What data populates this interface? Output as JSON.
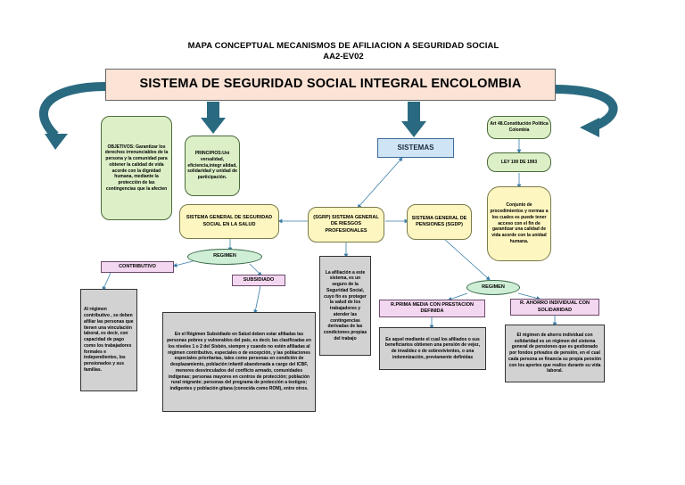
{
  "header": {
    "title_line1": "MAPA CONCEPTUAL MECANISMOS DE AFILIACION A SEGURIDAD SOCIAL",
    "title_line2": "AA2-EV02"
  },
  "main_title": "SISTEMA DE SEGURIDAD SOCIAL INTEGRAL ENCOLOMBIA",
  "colors": {
    "banner": "#fbe3d6",
    "green": "#dcefc6",
    "yellow": "#fdf6c0",
    "pink": "#f3d6ef",
    "gray": "#d2d2d2",
    "blue": "#cfe4f4",
    "arrow": "#2a6a80",
    "connector": "#3a7ea8"
  },
  "objetivos": "OBJETIVOS: Garantizar los derechos irrenunciables de la persona y la comunidad para obtener la calidad de vida acorde con la dignidad humana, mediante la protección de las contingencias que la afecten",
  "principios": "PRINCIPIOS:Uni versalidad, eficiencia,integr alidad, solidaridad y unidad de participación.",
  "sistemas": "SISTEMAS",
  "art48": "Art 48.Constitución Política Colombia",
  "ley100": "LEY 100 DE 1993",
  "conjunto": "Conjunto de procedimientos y normas a los cuales es puede tener acceso con el fin de garantizar una calidad de vida acorde con la unidad humana.",
  "sgss_salud": "SISTEMA GENERAL DE SEGURIDAD SOCIAL EN LA SALUD",
  "sgrp": "(SGRP) SISTEMA GENERAL DE RIESGOS PROFESIONALES",
  "sgp": "SISTEMA GENERAL DE PENSIONES (SGDP)",
  "regimen_left": "REGIMEN",
  "regimen_right": "REGIMEN",
  "contributivo": "CONTRIBUTIVO",
  "subsidiado": "SUBSIDIADO",
  "contributivo_desc": "Al régimen contributivo , se deben afiliar las personas que tienen una vinculación laboral, es decir, con capacidad de pago como los trabajadores formales e independientes, los pensionados y sus familias.",
  "subsidiado_desc": "En el Régimen Subsidiado en Salud deben estar afiliadas las personas pobres y vulnerables del país, es decir, las clasificadas en los niveles 1 o 2 del Sisbén, siempre y cuando no estén afiliadas al régimen contributivo, especiales o de excepción, y las poblaciones especiales prioritarias, tales como personas en condición de desplazamiento, población infantil abandonada a cargo del ICBF, menores desvinculados del conflicto armado, comunidades indígenas; personas mayores en centros de protección; población rural migrante; personas del programa de protección a testigos; indigentes y población gitana (conocida como ROM), entre otros.",
  "sgrp_desc": "La afiliación a este sistema, es un seguro de la Seguridad Social, cuyo fin es proteger la salud de los trabajadores y atender las contingencias derivadas de las condiciones propias del trabajo",
  "prima_media": "R.PRIMA MEDIA CON PRESTACION DEFINIDA",
  "ahorro": "R. AHORRO INDIVIDUAL CON SOLIDARIDAD",
  "prima_media_desc": "Es aquel mediante el cual los afiliados o sus beneficiarios obtienen una pensión de vejez, de invalidez o de sobrevivientes, o una indemnización, previamente definidas",
  "ahorro_desc": "El régimen de ahorro individual con solidaridad es un régimen del sistema general de pensiones que es gestionado por fondos privados de pensión, en el cual cada persona se financia su propia pensión con los aportes que realice durante su vida laboral."
}
